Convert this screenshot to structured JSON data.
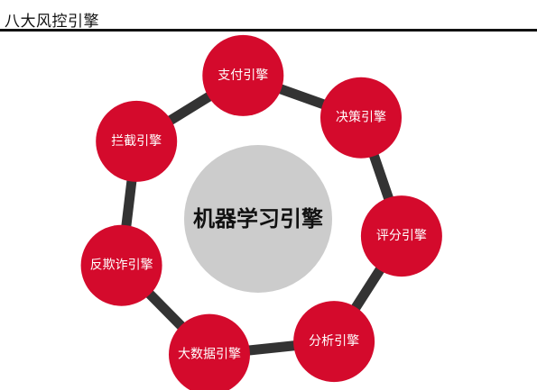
{
  "header": {
    "title": "八大风控引擎"
  },
  "diagram": {
    "center_label": "机器学习引擎",
    "nodes": [
      {
        "label": "支付引擎"
      },
      {
        "label": "决策引擎"
      },
      {
        "label": "评分引擎"
      },
      {
        "label": "分析引擎"
      },
      {
        "label": "大数据引擎"
      },
      {
        "label": "反欺诈引擎"
      },
      {
        "label": "拦截引擎"
      }
    ],
    "colors": {
      "node_fill": "#d40a2c",
      "ring": "#333333",
      "center_fill": "#cccccc"
    }
  }
}
